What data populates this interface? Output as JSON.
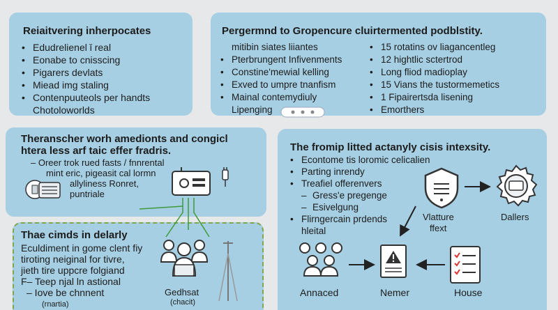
{
  "panel1": {
    "title": "Reiaitvering inherpocates",
    "items": [
      "Edudrelienel ǐ real",
      "Eonabe to cnisscing",
      "Pigarers devlats",
      "Miead img staling",
      "Contenpuuteols per handts",
      "Chotoloworlds"
    ]
  },
  "panel2": {
    "title": "Pergermnd to Gropencure cluirtermented podblstity.",
    "left_items": [
      "mitibin siates liiantes",
      "Pterbrungent Infivenments",
      "Constine'mewial kelling",
      "Exved to umpre tnanfism",
      "Mainal contemydiuly",
      "Lipenging"
    ],
    "right_items": [
      "15 rotatins ov liagancentleg",
      "12 hightlic sctertrod",
      "Long fliod madioplay",
      "15 Vians the tustormemetics",
      "1 Fipairertsda lisening",
      "Emorthers"
    ]
  },
  "panel3": {
    "title_line1": "Theranscher worh amedionts and congicl",
    "title_line2": "htera less arf taic effer fradris.",
    "lines": [
      "– Oreer trok rued fasts / fnnrental",
      "mint eric, pigeasit cal lormn",
      "allyliness Ronret,",
      "puntriale"
    ]
  },
  "panel4": {
    "title": "Thae cimds in delarly",
    "lines": [
      "Eculdiment in gome clent fiy",
      "tiroting neiginal for tivre,",
      "jieth tire uppcre folgiand",
      "F– Teep njal ln astional",
      "– Iove be chnnent",
      "(rnartia)"
    ],
    "icon_label": "Gedhsat",
    "icon_sublabel": "(chacit)"
  },
  "panel5": {
    "title": "The fromip litted actanyly cisis intexsity.",
    "items": [
      {
        "text": "Econtome tis loromic celicalien",
        "style": "bullet"
      },
      {
        "text": "Parting inrendy",
        "style": "bullet"
      },
      {
        "text": "Treafiel offerenvers",
        "style": "bullet"
      },
      {
        "text": "Gress'e pregenge",
        "style": "dash-indent"
      },
      {
        "text": "Esivelgung",
        "style": "dash-indent"
      },
      {
        "text": "Flirngercain prdends",
        "style": "bullet"
      },
      {
        "text": "hleital",
        "style": "plain"
      }
    ],
    "labels": {
      "vature": "Vlatture",
      "ffext": "ffext",
      "dallers": "Dallers",
      "annaced": "Annaced",
      "nemer": "Nemer",
      "house": "House"
    }
  },
  "colors": {
    "panel_bg": "#a6cfe3",
    "page_bg": "#e6e8ea",
    "dashed_border": "#7fa64a",
    "connector_green": "#3f9a3a",
    "arrow": "#222222"
  }
}
